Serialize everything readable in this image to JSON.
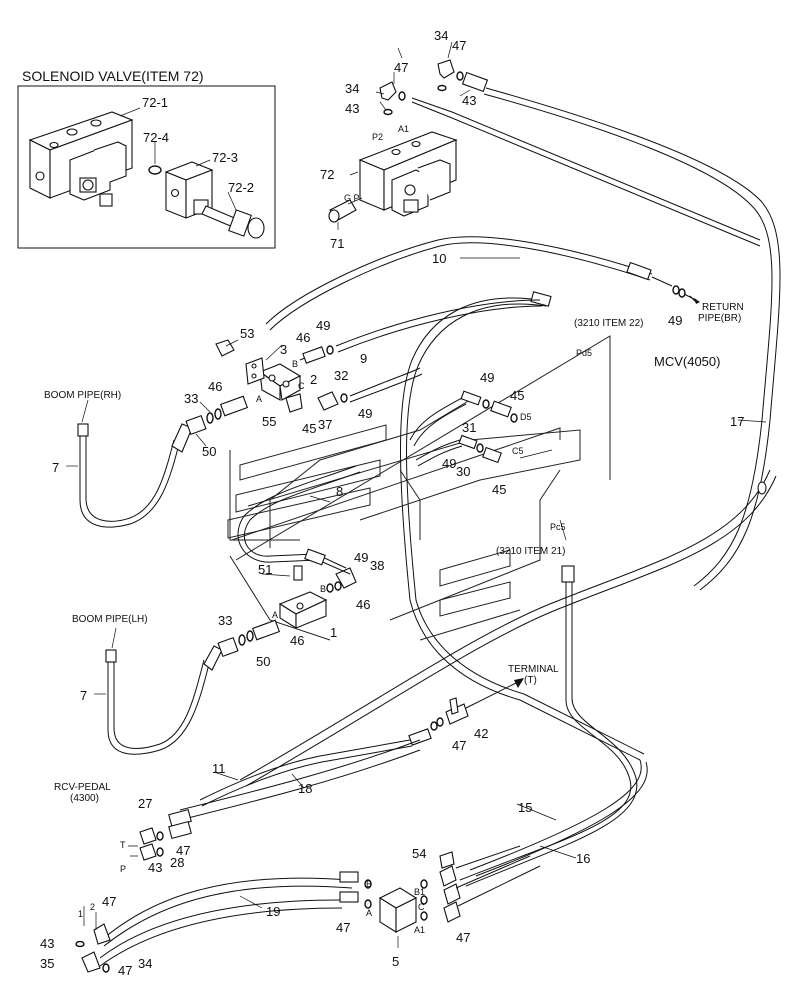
{
  "solenoid_box": {
    "title": "SOLENOID VALVE(ITEM 72)",
    "items": [
      "72-1",
      "72-4",
      "72-3",
      "72-2"
    ]
  },
  "labels": {
    "boom_pipe_rh": "BOOM PIPE(RH)",
    "boom_pipe_lh": "BOOM PIPE(LH)",
    "return_pipe_1": "RETURN",
    "return_pipe_2": "PIPE(BR)",
    "mcv": "MCV(4050)",
    "item22": "(3210 ITEM 22)",
    "item21": "(3210 ITEM 21)",
    "terminal_1": "TERMINAL",
    "terminal_2": "(T)",
    "rcv_1": "RCV-PEDAL",
    "rcv_2": "(4300)"
  },
  "ports": {
    "p2": "P2",
    "a1_top": "A1",
    "gp": "G P",
    "pd5": "Pd5",
    "d5": "D5",
    "c5": "C5",
    "pc5": "Pc5",
    "a3": "A",
    "b3": "B",
    "c3": "C",
    "a1b": "A",
    "b1b": "B",
    "t": "T",
    "p": "P",
    "one": "1",
    "two": "2",
    "b5": "B",
    "a5": "A",
    "b15": "B1",
    "c15": "C",
    "a15": "A1"
  },
  "callouts": {
    "n34a": "34",
    "n47a": "47",
    "n47b": "47",
    "n43a": "43",
    "n34b": "34",
    "n43b": "43",
    "n72": "72",
    "n71": "71",
    "n10": "10",
    "n49a": "49",
    "n53": "53",
    "n46a": "46",
    "n49b": "49",
    "n3": "3",
    "n2": "2",
    "n32": "32",
    "n9": "9",
    "n46b": "46",
    "n33a": "33",
    "n37": "37",
    "n49c": "49",
    "n55": "55",
    "n45a": "45",
    "n49d": "49",
    "n45b": "45",
    "n31": "31",
    "n49e": "49",
    "n30": "30",
    "n45c": "45",
    "n8": "8",
    "n50a": "50",
    "n7a": "7",
    "n17": "17",
    "n49f": "49",
    "n38": "38",
    "n51": "51",
    "n46c": "46",
    "n33b": "33",
    "n46d": "46",
    "n1": "1",
    "n50b": "50",
    "n7b": "7",
    "n42": "42",
    "n47c": "47",
    "n11": "11",
    "n18": "18",
    "n27": "27",
    "n47d": "47",
    "n28": "28",
    "n43c": "43",
    "n15": "15",
    "n16": "16",
    "n54": "54",
    "n47e": "47",
    "n19": "19",
    "n43d": "43",
    "n35": "35",
    "n47f": "47",
    "n34c": "34",
    "n47g": "47",
    "n47h": "47",
    "n5": "5"
  }
}
